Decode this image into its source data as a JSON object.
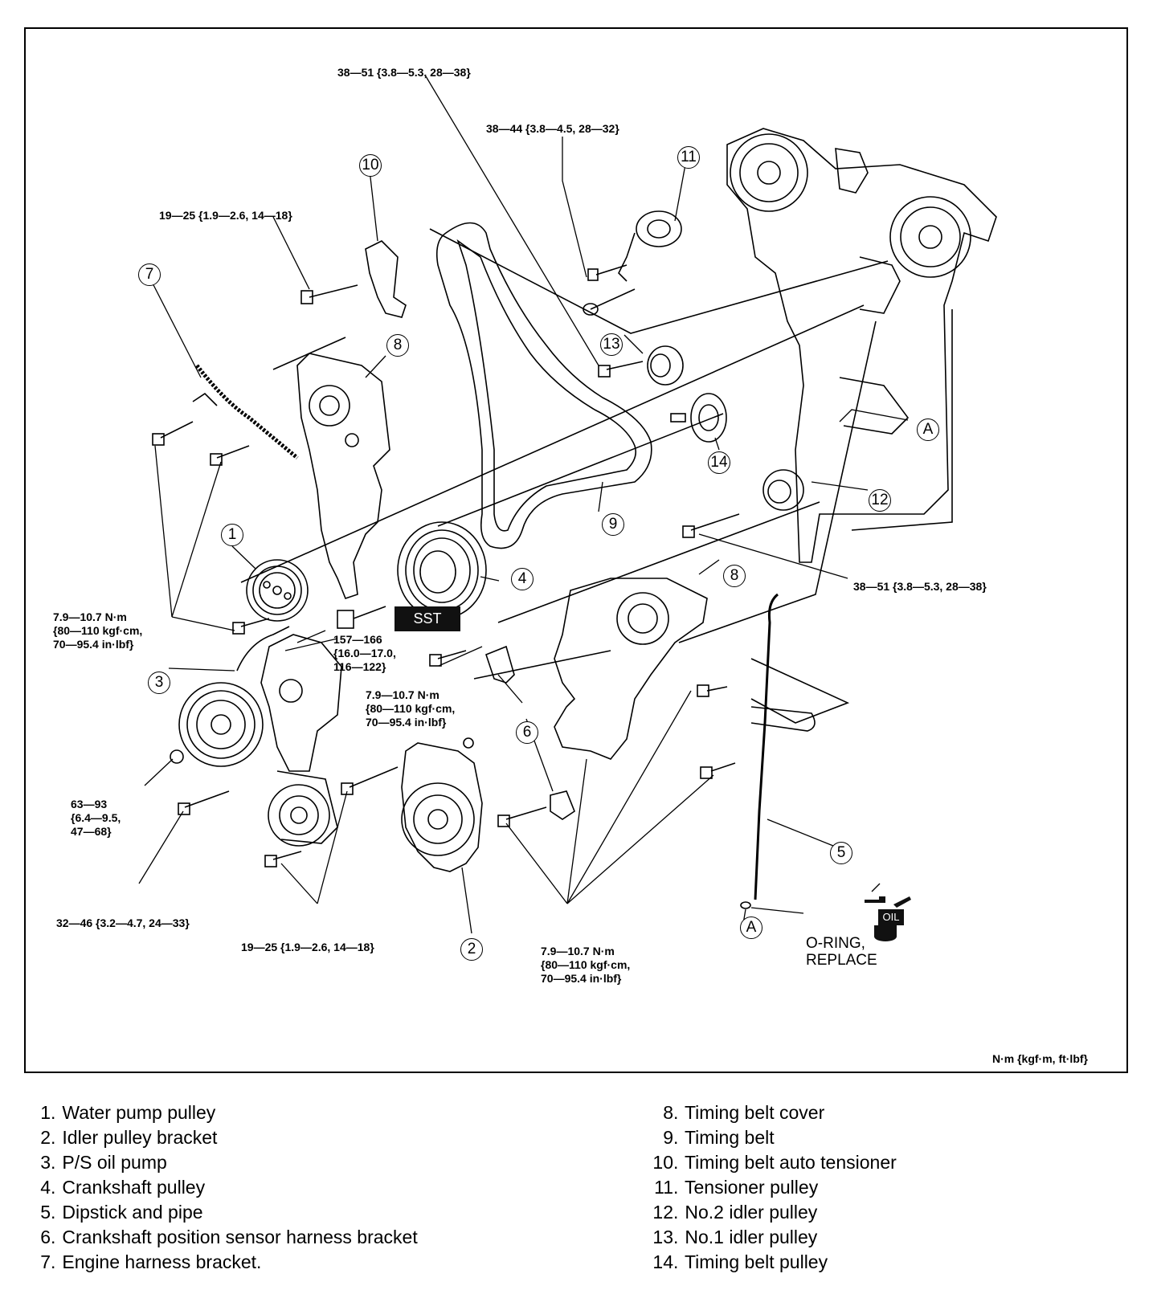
{
  "torque_labels": {
    "t1": "38—51 {3.8—5.3, 28—38}",
    "t2": "38—44 {3.8—4.5, 28—32}",
    "t3": "19—25 {1.9—2.6, 14—18}",
    "t4": "7.9—10.7 N·m\n{80—110 kgf·cm,\n70—95.4 in·lbf}",
    "t5": "157—166\n{16.0—17.0,\n116—122}",
    "t6": "7.9—10.7 N·m\n{80—110 kgf·cm,\n70—95.4 in·lbf}",
    "t7": "38—51 {3.8—5.3, 28—38}",
    "t8": "63—93\n{6.4—9.5,\n47—68}",
    "t9": "32—46 {3.2—4.7, 24—33}",
    "t10": "19—25 {1.9—2.6, 14—18}",
    "t11": "7.9—10.7 N·m\n{80—110 kgf·cm,\n70—95.4 in·lbf}"
  },
  "callouts": {
    "c1": "1",
    "c2": "2",
    "c3": "3",
    "c4": "4",
    "c5": "5",
    "c6": "6",
    "c7": "7",
    "c8a": "8",
    "c8b": "8",
    "c9": "9",
    "c10": "10",
    "c11": "11",
    "c12": "12",
    "c13": "13",
    "c14": "14",
    "cAa": "A",
    "cAb": "A"
  },
  "tags": {
    "sst": "SST",
    "oil": "OIL",
    "oring": "O-RING,\nREPLACE",
    "units": "N·m {kgf·m, ft·lbf}"
  },
  "legend_left": [
    {
      "num": "1",
      "text": "Water pump pulley"
    },
    {
      "num": "2",
      "text": "Idler pulley bracket"
    },
    {
      "num": "3",
      "text": "P/S oil pump"
    },
    {
      "num": "4",
      "text": "Crankshaft pulley"
    },
    {
      "num": "5",
      "text": "Dipstick and pipe"
    },
    {
      "num": "6",
      "text": "Crankshaft position sensor harness bracket"
    },
    {
      "num": "7",
      "text": "Engine harness bracket."
    }
  ],
  "legend_right": [
    {
      "num": "8",
      "text": "Timing belt cover"
    },
    {
      "num": "9",
      "text": "Timing belt"
    },
    {
      "num": "10",
      "text": "Timing belt auto tensioner"
    },
    {
      "num": "11",
      "text": "Tensioner pulley"
    },
    {
      "num": "12",
      "text": "No.2 idler pulley"
    },
    {
      "num": "13",
      "text": "No.1 idler pulley"
    },
    {
      "num": "14",
      "text": "Timing belt pulley"
    }
  ]
}
